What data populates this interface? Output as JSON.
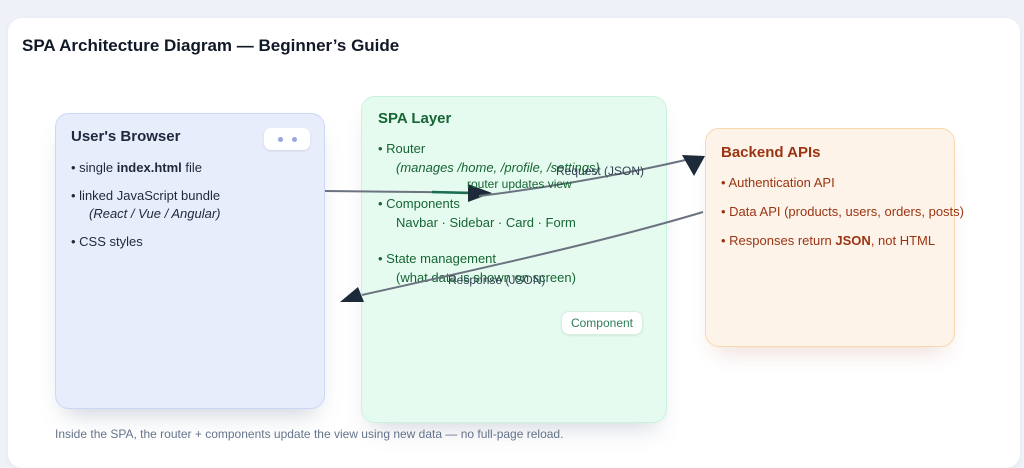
{
  "bullet_glyph": "•",
  "page": {
    "title": "SPA Architecture Diagram — Beginner’s Guide",
    "footer": "Inside the SPA, the router + components update the view using new data — no full-page reload."
  },
  "browser_box": {
    "title": "User's Browser",
    "items": [
      {
        "parts": [
          {
            "t": "single "
          },
          {
            "t": "index.html",
            "bold": true
          },
          {
            "t": " file"
          }
        ]
      },
      {
        "parts": [
          {
            "t": "linked JavaScript bundle"
          }
        ],
        "sub": "(React / Vue / Angular)",
        "sub_italic": true
      },
      {
        "parts": [
          {
            "t": "CSS styles"
          }
        ]
      }
    ]
  },
  "spa_box": {
    "title": "SPA Layer",
    "items": [
      {
        "parts": [
          {
            "t": "Router"
          }
        ],
        "sub": "(manages /home, /profile, /settings)",
        "sub_italic": true
      },
      {
        "parts": [
          {
            "t": "Components"
          }
        ],
        "sub": "Navbar · Sidebar · Card · Form"
      },
      {
        "parts": [
          {
            "t": "State management"
          }
        ],
        "sub": "(what data is shown on screen)"
      }
    ],
    "component_chip": "Component"
  },
  "backend_box": {
    "title": "Backend APIs",
    "items": [
      {
        "parts": [
          {
            "t": "Authentication API"
          }
        ]
      },
      {
        "parts": [
          {
            "t": "Data API (products, users, orders, posts)"
          }
        ]
      },
      {
        "parts": [
          {
            "t": "Responses return "
          },
          {
            "t": "JSON",
            "bold": true
          },
          {
            "t": ", not HTML"
          }
        ]
      }
    ]
  },
  "arrow_labels": {
    "router_updates": "router updates view",
    "request": "Request (JSON)",
    "response": "Response (JSON)"
  },
  "colors": {
    "page_background": "#eef2f8",
    "browser_box_bg": "#e8edfc",
    "spa_box_bg": "#e6fbef",
    "backend_box_bg": "#fdf3e8",
    "browser_accent": "#1e293b",
    "spa_accent": "#166534",
    "backend_accent": "#9a3412",
    "arrow_line": "#6b7280",
    "arrowhead": "#1c2a3a"
  }
}
